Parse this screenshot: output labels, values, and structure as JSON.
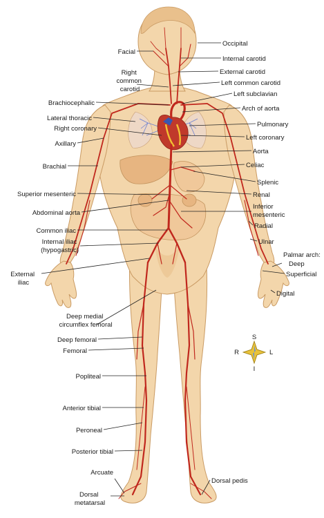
{
  "labels": {
    "left": [
      {
        "id": "facial",
        "lines": [
          "Facial"
        ]
      },
      {
        "id": "right_common_carotid",
        "lines": [
          "Right",
          "common",
          "carotid"
        ]
      },
      {
        "id": "brachiocephalic",
        "lines": [
          "Brachiocephalic"
        ]
      },
      {
        "id": "lateral_thoracic",
        "lines": [
          "Lateral thoracic"
        ]
      },
      {
        "id": "right_coronary",
        "lines": [
          "Right coronary"
        ]
      },
      {
        "id": "axillary",
        "lines": [
          "Axillary"
        ]
      },
      {
        "id": "brachial",
        "lines": [
          "Brachial"
        ]
      },
      {
        "id": "superior_mesenteric",
        "lines": [
          "Superior mesenteric"
        ]
      },
      {
        "id": "abdominal_aorta",
        "lines": [
          "Abdominal aorta"
        ]
      },
      {
        "id": "common_iliac",
        "lines": [
          "Common iliac"
        ]
      },
      {
        "id": "internal_iliac",
        "lines": [
          "Internal iliac",
          "(hypogastric)"
        ]
      },
      {
        "id": "external_iliac",
        "lines": [
          "External",
          "iliac"
        ]
      },
      {
        "id": "deep_medial_circumflex_femoral",
        "lines": [
          "Deep medial",
          "circumflex femoral"
        ]
      },
      {
        "id": "deep_femoral",
        "lines": [
          "Deep femoral"
        ]
      },
      {
        "id": "femoral",
        "lines": [
          "Femoral"
        ]
      },
      {
        "id": "popliteal",
        "lines": [
          "Popliteal"
        ]
      },
      {
        "id": "anterior_tibial",
        "lines": [
          "Anterior tibial"
        ]
      },
      {
        "id": "peroneal",
        "lines": [
          "Peroneal"
        ]
      },
      {
        "id": "posterior_tibial",
        "lines": [
          "Posterior tibial"
        ]
      },
      {
        "id": "arcuate",
        "lines": [
          "Arcuate"
        ]
      },
      {
        "id": "dorsal_metatarsal",
        "lines": [
          "Dorsal",
          "metatarsal"
        ]
      }
    ],
    "right": [
      {
        "id": "occipital",
        "lines": [
          "Occipital"
        ]
      },
      {
        "id": "internal_carotid",
        "lines": [
          "Internal carotid"
        ]
      },
      {
        "id": "external_carotid",
        "lines": [
          "External carotid"
        ]
      },
      {
        "id": "left_common_carotid",
        "lines": [
          "Left common carotid"
        ]
      },
      {
        "id": "left_subclavian",
        "lines": [
          "Left subclavian"
        ]
      },
      {
        "id": "arch_of_aorta",
        "lines": [
          "Arch of aorta"
        ]
      },
      {
        "id": "pulmonary",
        "lines": [
          "Pulmonary"
        ]
      },
      {
        "id": "left_coronary",
        "lines": [
          "Left coronary"
        ]
      },
      {
        "id": "aorta",
        "lines": [
          "Aorta"
        ]
      },
      {
        "id": "celiac",
        "lines": [
          "Celiac"
        ]
      },
      {
        "id": "splenic",
        "lines": [
          "Splenic"
        ]
      },
      {
        "id": "renal",
        "lines": [
          "Renal"
        ]
      },
      {
        "id": "inferior_mesenteric",
        "lines": [
          "Inferior",
          "mesenteric"
        ]
      },
      {
        "id": "radial",
        "lines": [
          "Radial"
        ]
      },
      {
        "id": "ulnar",
        "lines": [
          "Ulnar"
        ]
      },
      {
        "id": "palmar_arch",
        "lines": [
          "Palmar arch:"
        ]
      },
      {
        "id": "deep",
        "lines": [
          "Deep"
        ]
      },
      {
        "id": "superficial",
        "lines": [
          "Superficial"
        ]
      },
      {
        "id": "digital",
        "lines": [
          "Digital"
        ]
      },
      {
        "id": "dorsal_pedis",
        "lines": [
          "Dorsal pedis"
        ]
      }
    ]
  },
  "compass": {
    "superior": "S",
    "inferior": "I",
    "right": "R",
    "left": "L"
  },
  "colors": {
    "artery": "#c0271d",
    "skin": "#f3d6ab",
    "heart": "#c0392b",
    "compass_star": "#e8c23a"
  }
}
